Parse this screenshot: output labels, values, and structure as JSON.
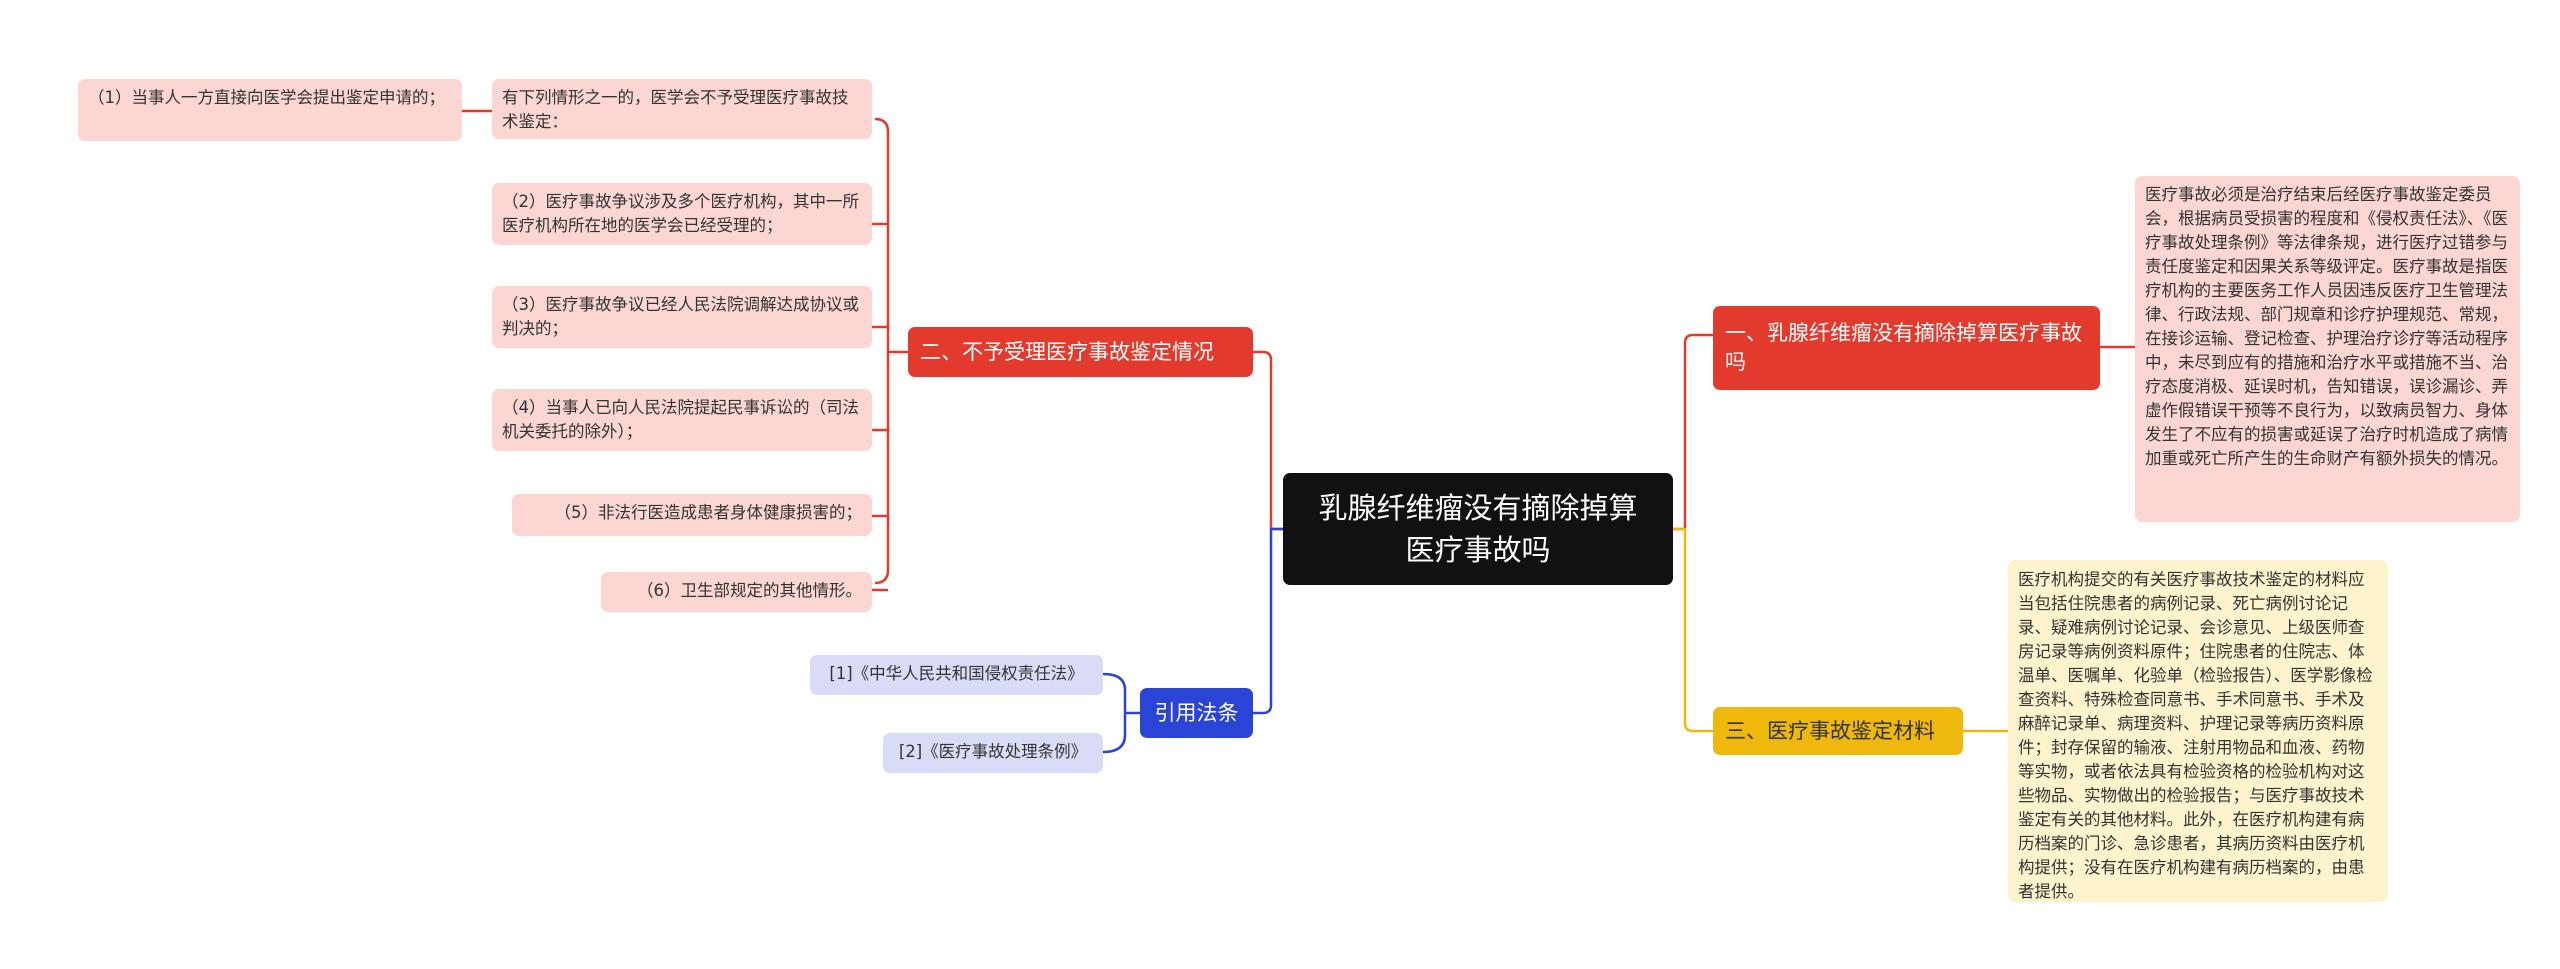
{
  "root": {
    "title": "乳腺纤维瘤没有摘除掉算医疗事故吗"
  },
  "right_branches": [
    {
      "label": "一、乳腺纤维瘤没有摘除掉算医疗事故吗",
      "detail": "医疗事故必须是治疗结束后经医疗事故鉴定委员会，根据病员受损害的程度和《侵权责任法》、《医疗事故处理条例》等法律条规，进行医疗过错参与责任度鉴定和因果关系等级评定。医疗事故是指医疗机构的主要医务工作人员因违反医疗卫生管理法律、行政法规、部门规章和诊疗护理规范、常规，在接诊运输、登记检查、护理治疗诊疗等活动程序中，未尽到应有的措施和治疗水平或措施不当、治疗态度消极、延误时机，告知错误，误诊漏诊、弄虚作假错误干预等不良行为，以致病员智力、身体发生了不应有的损害或延误了治疗时机造成了病情加重或死亡所产生的生命财产有额外损失的情况。"
    },
    {
      "label": "三、医疗事故鉴定材料",
      "detail": "医疗机构提交的有关医疗事故技术鉴定的材料应当包括住院患者的病例记录、死亡病例讨论记录、疑难病例讨论记录、会诊意见、上级医师查房记录等病例资料原件；住院患者的住院志、体温单、医嘱单、化验单（检验报告）、医学影像检查资料、特殊检查同意书、手术同意书、手术及麻醉记录单、病理资料、护理记录等病历资料原件；封存保留的输液、注射用物品和血液、药物等实物，或者依法具有检验资格的检验机构对这些物品、实物做出的检验报告；与医疗事故技术鉴定有关的其他材料。此外，在医疗机构建有病历档案的门诊、急诊患者，其病历资料由医疗机构提供；没有在医疗机构建有病历档案的，由患者提供。"
    }
  ],
  "left_branch_2": {
    "label": "二、不予受理医疗事故鉴定情况",
    "items": [
      "有下列情形之一的，医学会不予受理医疗事故技术鉴定：",
      "（2）医疗事故争议涉及多个医疗机构，其中一所医疗机构所在地的医学会已经受理的；",
      "（3）医疗事故争议已经人民法院调解达成协议或判决的；",
      "（4）当事人已向人民法院提起民事诉讼的（司法机关委托的除外）；",
      "（5）非法行医造成患者身体健康损害的；",
      "（6）卫生部规定的其他情形。"
    ],
    "sub_item": "（1）当事人一方直接向医学会提出鉴定申请的；"
  },
  "citations": {
    "label": "引用法条",
    "items": [
      "[1]《中华人民共和国侵权责任法》",
      "[2]《医疗事故处理条例》"
    ]
  },
  "colors": {
    "red": "#e23b2e",
    "gold": "#efb80c",
    "blue": "#2a44d6",
    "root": "#111111"
  }
}
